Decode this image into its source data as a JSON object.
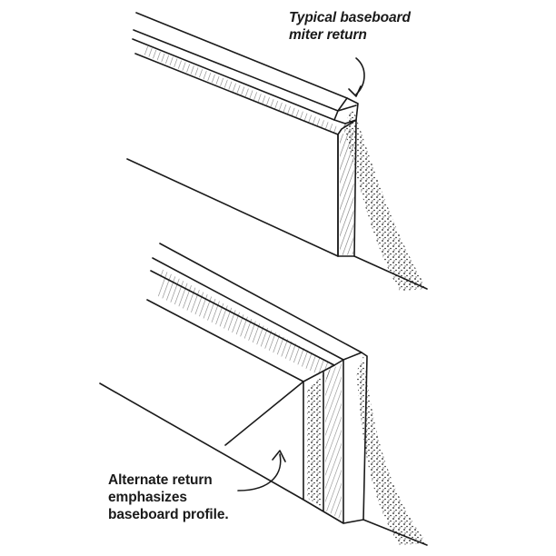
{
  "annotations": {
    "top": {
      "line1": "Typical baseboard",
      "line2": "miter return"
    },
    "bottom": {
      "line1": "Alternate return",
      "line2": "emphasizes",
      "line3": "baseboard profile."
    }
  },
  "colors": {
    "ink": "#1a1a1a",
    "background": "#ffffff"
  }
}
